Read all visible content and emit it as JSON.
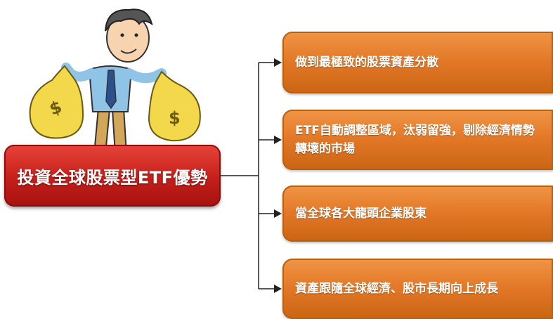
{
  "main": {
    "title": "投資全球股票型ETF優勢"
  },
  "items": [
    {
      "text": "做到最極致的股票資產分散"
    },
    {
      "text": "ETF自動調整區域，汰弱留強，剔除經濟情勢轉壞的市場"
    },
    {
      "text": "當全球各大龍頭企業股東"
    },
    {
      "text": "資產跟隨全球經濟、股市長期向上成長"
    }
  ],
  "illustration": {
    "name": "businessman-holding-money-bags",
    "bag_symbol": "$"
  },
  "colors": {
    "main_box": "#c51f1a",
    "item_box": "#e27726",
    "connector": "#222222"
  }
}
